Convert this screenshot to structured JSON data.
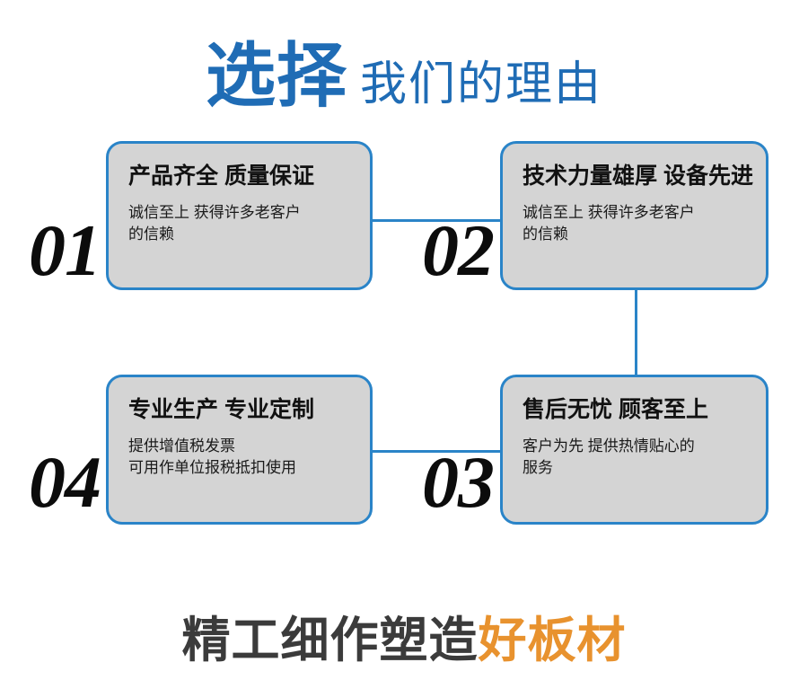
{
  "header": {
    "strong_text": "选择",
    "light_text": "我们的理由"
  },
  "colors": {
    "brand_blue": "#1f6cb5",
    "connector_blue": "#2a84c8",
    "card_fill": "#d4d4d4",
    "accent_orange": "#e8922e",
    "footer_dark": "#3b3b3b"
  },
  "cards": [
    {
      "number": "01",
      "title": "产品齐全 质量保证",
      "body": "诚信至上 获得许多老客户\n的信赖"
    },
    {
      "number": "02",
      "title": "技术力量雄厚 设备先进",
      "body": "诚信至上 获得许多老客户\n的信赖"
    },
    {
      "number": "03",
      "title": "售后无忧 顾客至上",
      "body": "客户为先 提供热情贴心的\n服务"
    },
    {
      "number": "04",
      "title": "专业生产 专业定制",
      "body": "提供增值税发票\n可用作单位报税抵扣使用"
    }
  ],
  "footer": {
    "dark_text": "精工细作塑造",
    "accent_text": "好板材"
  }
}
